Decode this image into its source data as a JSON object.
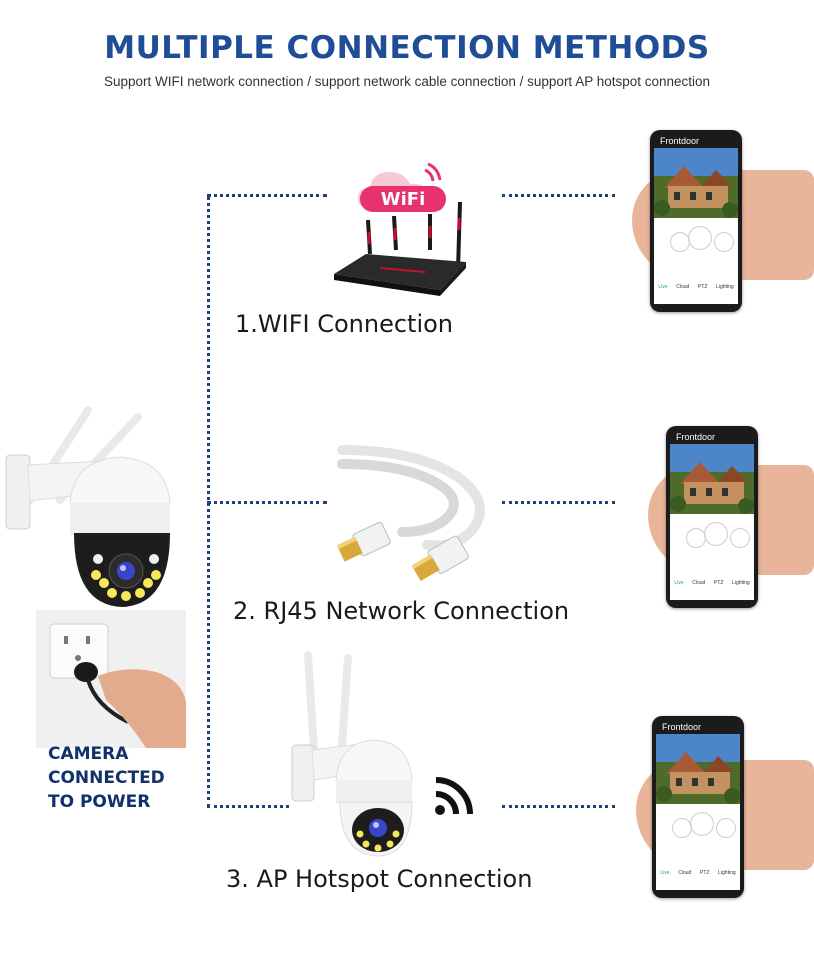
{
  "header": {
    "title": "MULTIPLE CONNECTION METHODS",
    "subtitle": "Support WIFI network connection / support network cable connection / support AP hotspot connection"
  },
  "methods": [
    {
      "label": "1.WIFI Connection",
      "icon": "wifi-router-icon",
      "badge": "WiFi"
    },
    {
      "label": "2. RJ45 Network Connection",
      "icon": "ethernet-cable-icon"
    },
    {
      "label": "3. AP Hotspot Connection",
      "icon": "ap-camera-icon"
    }
  ],
  "camera": {
    "power_label_lines": [
      "CAMERA",
      "CONNECTED",
      "TO POWER"
    ]
  },
  "phones": [
    {
      "title": "Frontdoor",
      "tabs": [
        "Live",
        "Cloud",
        "PTZ",
        "Lighting"
      ]
    },
    {
      "title": "Frontdoor",
      "tabs": [
        "Live",
        "Cloud",
        "PTZ",
        "Lighting"
      ]
    },
    {
      "title": "Frontdoor",
      "tabs": [
        "Live",
        "Cloud",
        "PTZ",
        "Lighting"
      ]
    }
  ],
  "colors": {
    "title": "#1f4e96",
    "dotted_line": "#1d3f7a",
    "wifi_badge": "#e8326d"
  }
}
